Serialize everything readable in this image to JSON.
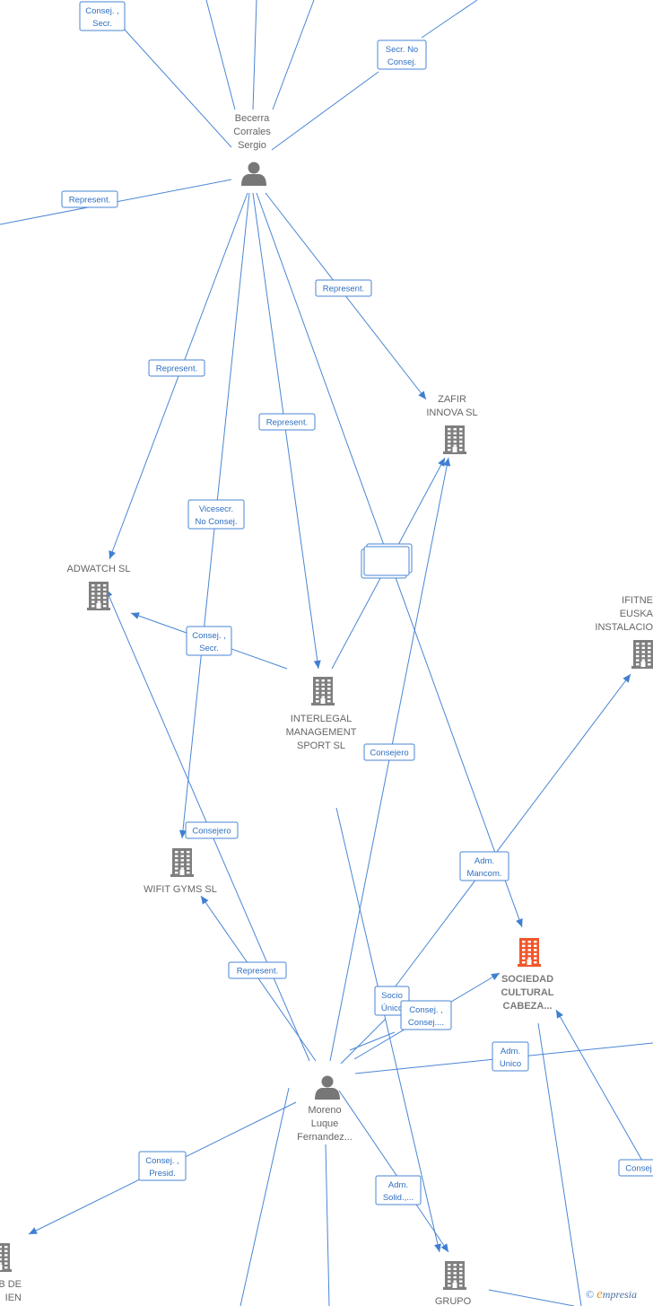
{
  "colors": {
    "edge": "#4a86d4",
    "company": "#7f7f7f",
    "focus_company": "#f0572a",
    "person": "#777777",
    "label_text": "#2f6fc2"
  },
  "nodes": [
    {
      "id": "becerra",
      "type": "person",
      "lines": [
        "Becerra",
        "Corrales",
        "Sergio"
      ]
    },
    {
      "id": "zafir",
      "type": "company",
      "lines": [
        "ZAFIR",
        "INNOVA SL"
      ]
    },
    {
      "id": "adwatch",
      "type": "company",
      "lines": [
        "ADWATCH SL"
      ]
    },
    {
      "id": "ifitness",
      "type": "company",
      "lines": [
        "IFITNE",
        "EUSKA",
        "INSTALACIO"
      ]
    },
    {
      "id": "interlegal",
      "type": "company",
      "lines": [
        "INTERLEGAL",
        "MANAGEMENT",
        "SPORT SL"
      ]
    },
    {
      "id": "wifit",
      "type": "company",
      "lines": [
        "WIFIT GYMS SL"
      ]
    },
    {
      "id": "sociedad",
      "type": "focus",
      "lines": [
        "SOCIEDAD",
        "CULTURAL",
        "CABEZA..."
      ]
    },
    {
      "id": "moreno",
      "type": "person",
      "lines": [
        "Moreno",
        "Luque",
        "Fernandez..."
      ]
    },
    {
      "id": "club",
      "type": "company",
      "lines": [
        "B DE",
        "IEN"
      ]
    },
    {
      "id": "grupo",
      "type": "company",
      "lines": [
        "GRUPO"
      ]
    }
  ],
  "edges": [
    {
      "label": [
        "Consej. ,",
        "Secr."
      ]
    },
    {
      "label": [
        "Secr. No",
        "Consej."
      ]
    },
    {
      "label": [
        "Represent."
      ]
    },
    {
      "label": [
        "Represent."
      ]
    },
    {
      "label": [
        "Represent."
      ]
    },
    {
      "label": [
        "Represent."
      ]
    },
    {
      "label": [
        "Vicesecr.",
        "No Consej."
      ]
    },
    {
      "label": [
        "Consej. ,",
        "Secr."
      ]
    },
    {
      "label": [
        "Consej. ,",
        "Secr."
      ]
    },
    {
      "label": [
        "Consejero"
      ]
    },
    {
      "label": [
        "Consejero"
      ]
    },
    {
      "label": [
        "Adm.",
        "Mancom."
      ]
    },
    {
      "label": [
        "Represent."
      ]
    },
    {
      "label": [
        "Socio",
        "Único"
      ]
    },
    {
      "label": [
        "Consej. ,",
        "Consej...."
      ]
    },
    {
      "label": [
        "Consej. ,",
        "Consej...."
      ]
    },
    {
      "label": [
        "Adm.",
        "Unico"
      ]
    },
    {
      "label": [
        "Consej. ,",
        "Presid."
      ]
    },
    {
      "label": [
        "Adm.",
        "Solid.,..."
      ]
    },
    {
      "label": [
        "Consej"
      ]
    }
  ],
  "footer": {
    "symbol": "©",
    "brand_initial": "e",
    "brand_rest": "mpresia"
  }
}
